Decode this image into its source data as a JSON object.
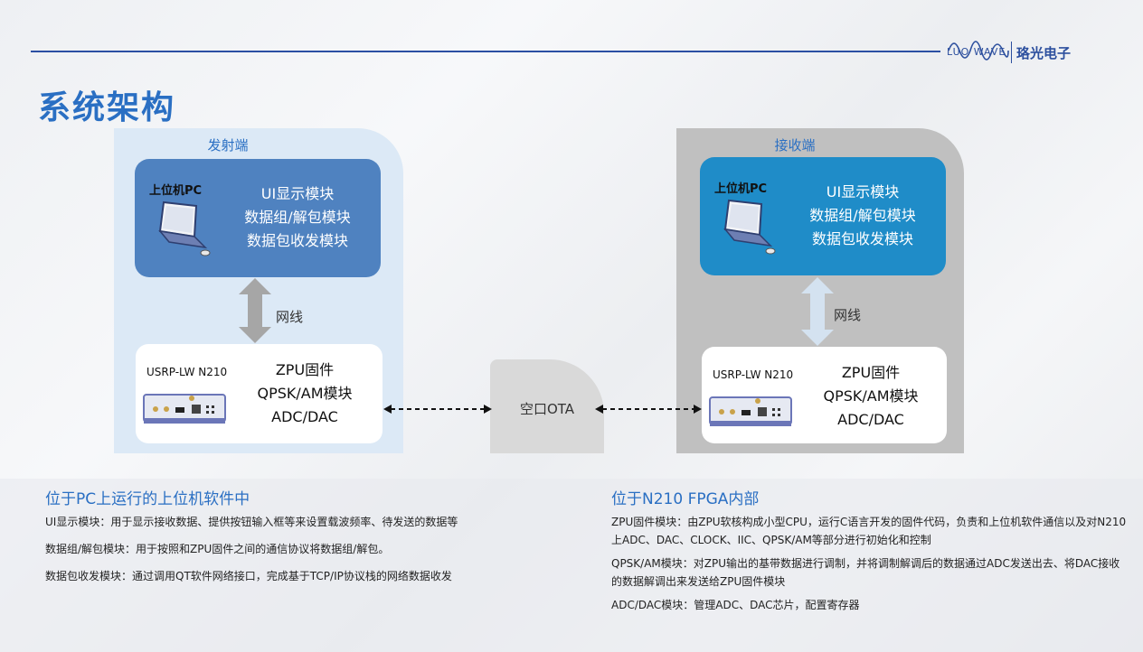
{
  "header": {
    "logo_en": "LUO WAVE",
    "logo_cn": "珞光电子",
    "title": "系统架构"
  },
  "tx": {
    "panel_title": "发射端",
    "pc_label": "上位机PC",
    "pc_lines": [
      "UI显示模块",
      "数据组/解包模块",
      "数据包收发模块"
    ],
    "link_label": "网线",
    "device_label": "USRP-LW N210",
    "device_lines": [
      "ZPU固件",
      "QPSK/AM模块",
      "ADC/DAC"
    ]
  },
  "rx": {
    "panel_title": "接收端",
    "pc_label": "上位机PC",
    "pc_lines": [
      "UI显示模块",
      "数据组/解包模块",
      "数据包收发模块"
    ],
    "link_label": "网线",
    "device_label": "USRP-LW N210",
    "device_lines": [
      "ZPU固件",
      "QPSK/AM模块",
      "ADC/DAC"
    ]
  },
  "ota": {
    "label": "空口OTA"
  },
  "left_section": {
    "title": "位于PC上运行的上位机软件中",
    "items": [
      "UI显示模块：用于显示接收数据、提供按钮输入框等来设置载波频率、待发送的数据等",
      "数据组/解包模块：用于按照和ZPU固件之间的通信协议将数据组/解包。",
      "数据包收发模块：通过调用QT软件网络接口，完成基于TCP/IP协议栈的网络数据收发"
    ]
  },
  "right_section": {
    "title": "位于N210 FPGA内部",
    "items": [
      "ZPU固件模块：由ZPU软核构成小型CPU，运行C语言开发的固件代码，负责和上位机软件通信以及对N210上ADC、DAC、CLOCK、IIC、QPSK/AM等部分进行初始化和控制",
      "QPSK/AM模块：对ZPU输出的基带数据进行调制，并将调制解调后的数据通过ADC发送出去、将DAC接收的数据解调出来发送给ZPU固件模块",
      "ADC/DAC模块：管理ADC、DAC芯片，配置寄存器"
    ]
  },
  "colors": {
    "accent": "#2a6fc3",
    "tx_pc": "#4f82c0",
    "rx_pc": "#1f8cc8",
    "tx_panel": "#dce9f6",
    "rx_panel": "#c0c0c0"
  }
}
